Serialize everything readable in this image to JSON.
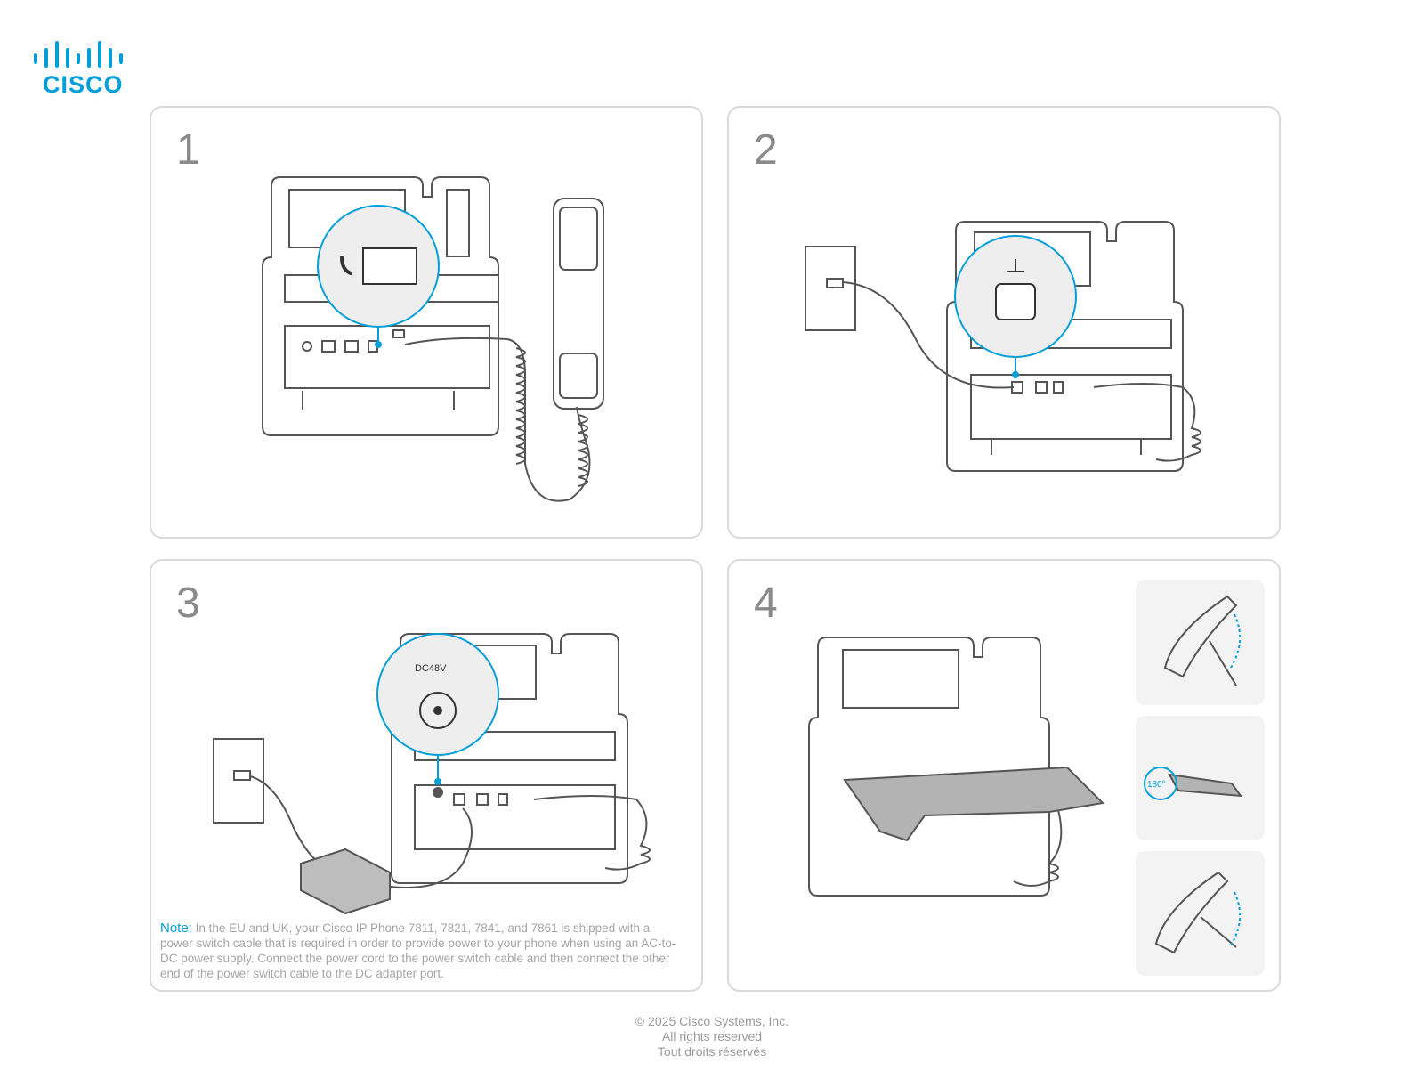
{
  "brand": {
    "name": "CISCO",
    "color": "#049fd9",
    "icon": "cisco-bridge-logo"
  },
  "steps": [
    {
      "number": "1"
    },
    {
      "number": "2"
    },
    {
      "number": "3"
    },
    {
      "number": "4"
    }
  ],
  "callouts": {
    "power_label": "DC48V"
  },
  "step4_rotation_label": "180°",
  "note": {
    "label": "Note:",
    "text": "In the EU and UK, your Cisco IP Phone 7811, 7821, 7841, and 7861 is shipped with a power switch cable that is required in order to provide power to your phone when using an AC-to-DC power supply. Connect the power cord to the power switch cable and then connect the other end of the power switch cable to the DC adapter port."
  },
  "footer": {
    "copyright": "© 2025 Cisco Systems, Inc.",
    "rights_en": "All rights reserved",
    "rights_fr": "Tout droits réservés"
  },
  "colors": {
    "accent": "#049fd9",
    "line": "#555555",
    "panel_border": "#dadada",
    "callout_fill": "#eeeeee"
  }
}
